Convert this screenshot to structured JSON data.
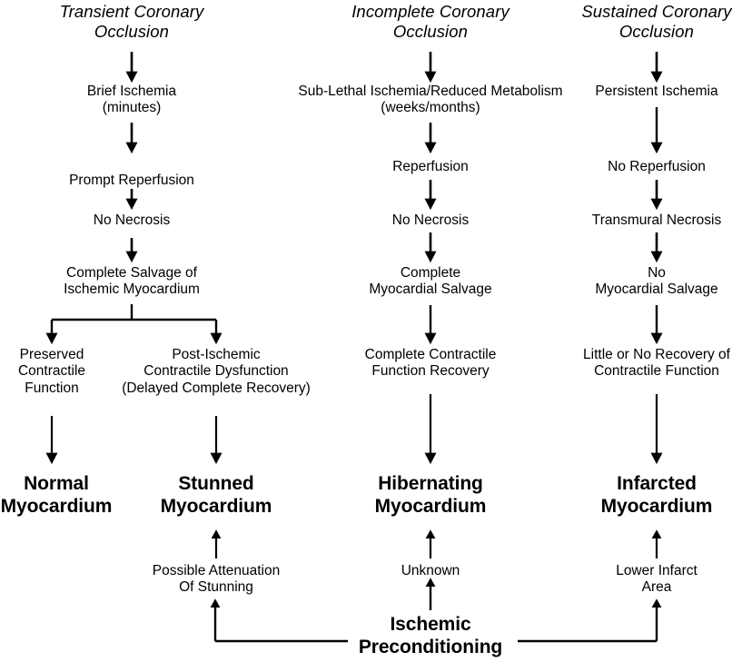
{
  "figure": {
    "title_hidden": "Myocardial responses to coronary occlusion",
    "background_color": "#ffffff",
    "ink_color": "#000000"
  },
  "columns": [
    {
      "id": "transient",
      "header": "Transient Coronary\nOcclusion",
      "steps": [
        "Brief Ischemia\n(minutes)",
        "Prompt Reperfusion",
        "No Necrosis",
        "Complete Salvage of\nIschemic Myocardium"
      ],
      "branches": [
        {
          "id": "preserved",
          "detail": "Preserved\nContractile\nFunction",
          "outcome": "Normal\nMyocardium"
        },
        {
          "id": "post-ischemic",
          "detail": "Post-Ischemic\nContractile Dysfunction\n(Delayed Complete Recovery)",
          "outcome": "Stunned\nMyocardium"
        }
      ]
    },
    {
      "id": "incomplete",
      "header": "Incomplete Coronary\nOcclusion",
      "steps": [
        "Sub-Lethal Ischemia/Reduced Metabolism\n(weeks/months)",
        "Reperfusion",
        "No Necrosis",
        "Complete\nMyocardial Salvage",
        "Complete Contractile\nFunction Recovery"
      ],
      "outcome": "Hibernating\nMyocardium"
    },
    {
      "id": "sustained",
      "header": "Sustained Coronary\nOcclusion",
      "steps": [
        "Persistent Ischemia",
        "No Reperfusion",
        "Transmural Necrosis",
        "No\nMyocardial Salvage",
        "Little or No Recovery of\nContractile Function"
      ],
      "outcome": "Infarcted\nMyocardium"
    }
  ],
  "preconditioning": {
    "label": "Ischemic\nPreconditioning",
    "effects": [
      {
        "id": "stunning-effect",
        "text": "Possible Attenuation\nOf Stunning"
      },
      {
        "id": "hibernating-effect",
        "text": "Unknown"
      },
      {
        "id": "infarct-effect",
        "text": "Lower Infarct\nArea"
      }
    ]
  }
}
